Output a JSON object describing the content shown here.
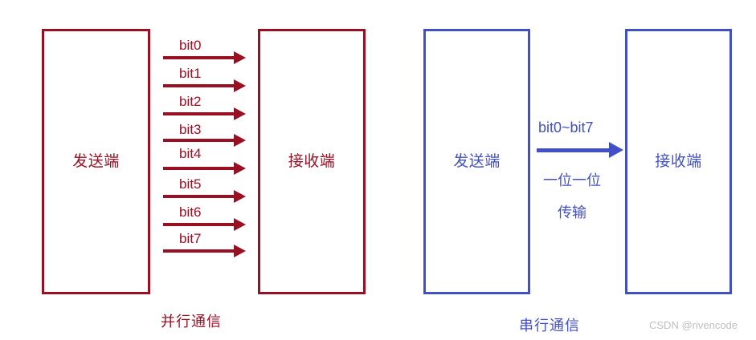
{
  "diagram": {
    "parallel": {
      "accent_color": "#9B0F22",
      "sender_label": "发送端",
      "receiver_label": "接收端",
      "caption": "并行通信",
      "bit_labels": [
        "bit0",
        "bit1",
        "bit2",
        "bit3",
        "bit4",
        "bit5",
        "bit6",
        "bit7"
      ]
    },
    "serial": {
      "accent_color": "#4250C8",
      "sender_label": "发送端",
      "receiver_label": "接收端",
      "caption": "串行通信",
      "arrow_label_above": "bit0~bit7",
      "arrow_label_below_line1": "一位一位",
      "arrow_label_below_line2": "传输"
    }
  },
  "watermark": {
    "text": "CSDN @rivencode"
  }
}
